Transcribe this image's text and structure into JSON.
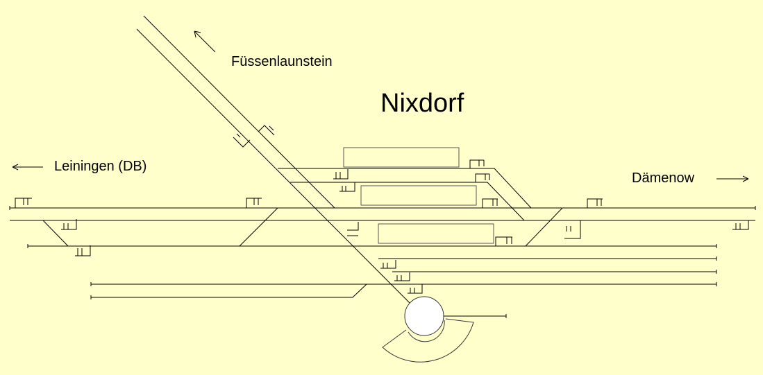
{
  "station": {
    "name": "Nixdorf"
  },
  "destinations": {
    "north": "Füssenlaunstein",
    "west": "Leiningen (DB)",
    "east": "Dämenow"
  },
  "colors": {
    "background": "#ffffcc",
    "track": "#000000",
    "platform": "#555555",
    "turntable": "#ffffff"
  }
}
